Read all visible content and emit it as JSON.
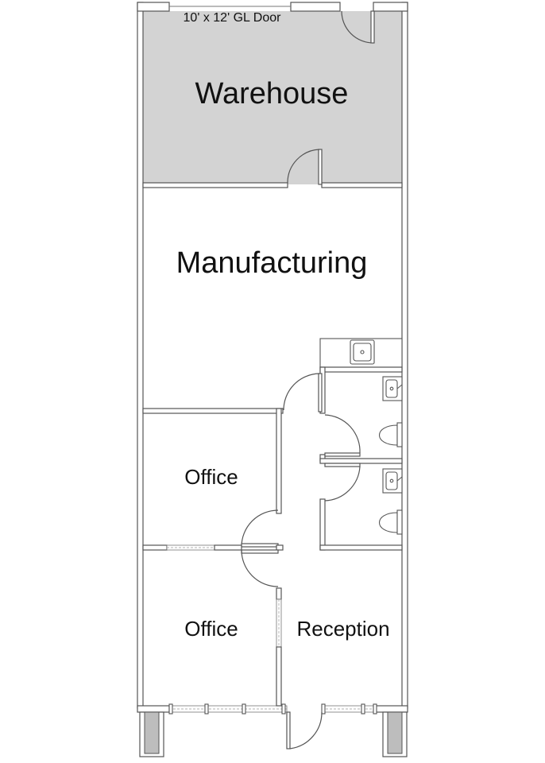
{
  "rooms": {
    "warehouse": "Warehouse",
    "manufacturing": "Manufacturing",
    "office_upper": "Office",
    "office_lower": "Office",
    "reception": "Reception"
  },
  "annotations": {
    "garage_door": "10' x 12' GL Door"
  },
  "colors": {
    "warehouse_fill": "#d3d3d3",
    "wall_stroke": "#555555",
    "background": "#ffffff"
  }
}
